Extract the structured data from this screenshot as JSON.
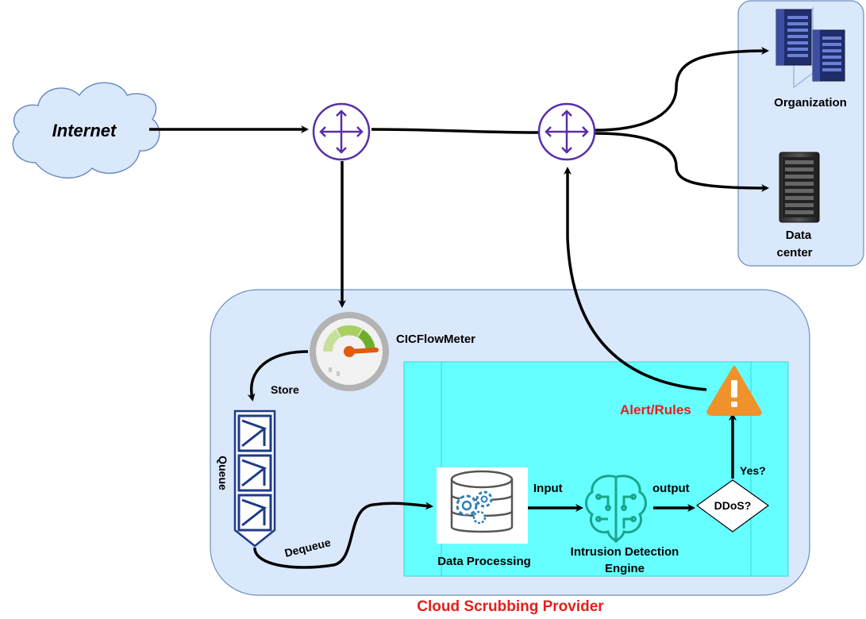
{
  "nodes": {
    "internet": "Internet",
    "organization": "Organization",
    "data_center_line1": "Data",
    "data_center_line2": "center",
    "cicflowmeter": "CICFlowMeter",
    "queue": "Queue",
    "data_processing": "Data Processing",
    "ids_line1": "Intrusion Detection",
    "ids_line2": "Engine",
    "ddos_decision": "DDoS?",
    "alert_rules": "Alert/Rules",
    "provider": "Cloud Scrubbing Provider"
  },
  "edges": {
    "store": "Store",
    "dequeue": "Dequeue",
    "input": "Input",
    "output": "output",
    "yes": "Yes?"
  },
  "colors": {
    "router_purple": "#5a2ea6",
    "provider_fill": "#dae8fc",
    "provider_stroke": "#6c8ebf",
    "engine_fill": "#66ffff",
    "alert_orange": "#f0922b",
    "label_red": "#e61e1e",
    "cloud_fill": "#dae8fc",
    "gauge_green": "#8cc63f",
    "queue_blue": "#1e3a8a",
    "ids_teal": "#1aa58c"
  },
  "icons": [
    "cloud-icon",
    "router-icon",
    "server-rack-icon",
    "gauge-icon",
    "queue-icon",
    "database-gear-icon",
    "brain-circuit-icon",
    "warning-icon"
  ]
}
